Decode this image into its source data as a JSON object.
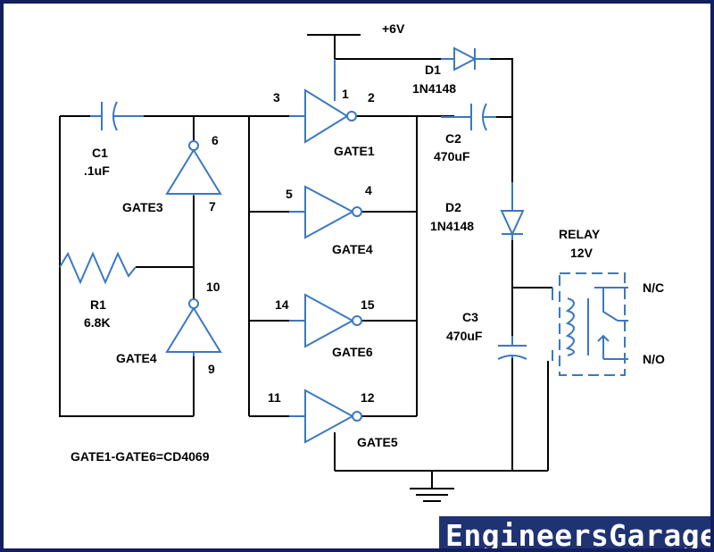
{
  "labels": {
    "supply": "+6V",
    "d1_name": "D1",
    "d1_part": "1N4148",
    "c2_name": "C2",
    "c2_value": "470uF",
    "d2_name": "D2",
    "d2_part": "1N4148",
    "c3_name": "C3",
    "c3_value": "470uF",
    "relay_name": "RELAY",
    "relay_voltage": "12V",
    "nc": "N/C",
    "no": "N/O",
    "c1_name": "C1",
    "c1_value": ".1uF",
    "r1_name": "R1",
    "r1_value": "6.8K",
    "gate1": "GATE1",
    "gate3": "GATE3",
    "gate4_a": "GATE4",
    "gate4_b": "GATE4",
    "gate5": "GATE5",
    "gate6": "GATE6",
    "ic_note": "GATE1-GATE6=CD4069"
  },
  "pins": {
    "p1": "1",
    "p2": "2",
    "p3": "3",
    "p4": "4",
    "p5": "5",
    "p6": "6",
    "p7": "7",
    "p9": "9",
    "p10": "10",
    "p11": "11",
    "p12": "12",
    "p14": "14",
    "p15": "15"
  },
  "logo": {
    "text": "EngineersGarage",
    "colors": {
      "background": "#1f3272",
      "text": "#ffffff"
    }
  },
  "colors": {
    "frame": "#131e5e",
    "wire": "#000000",
    "component": "#3a78c2"
  }
}
